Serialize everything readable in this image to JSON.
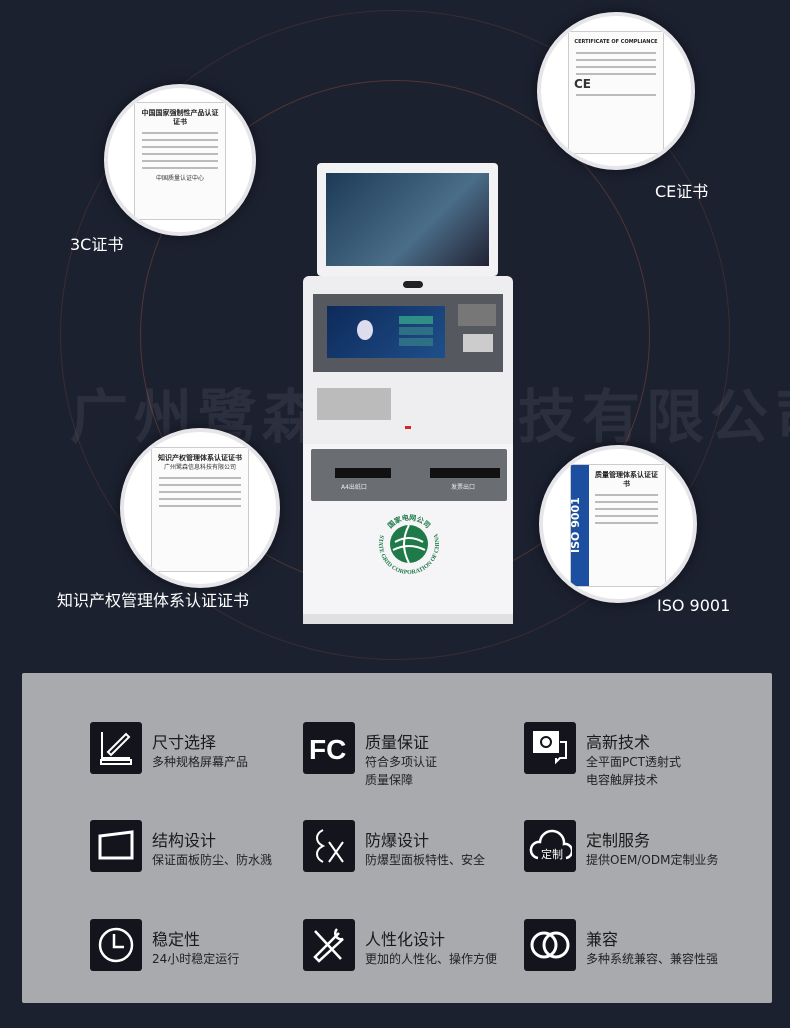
{
  "watermark": "广州鹭森信息科技有限公司",
  "certificates": {
    "c3c": {
      "label": "3C证书",
      "doc_title": "中国国家强制性产品认证证书",
      "issuer": "中国质量认证中心"
    },
    "ce": {
      "label": "CE证书",
      "doc_title": "CERTIFICATE OF COMPLIANCE",
      "mark": "CE"
    },
    "ip": {
      "label": "知识产权管理体系认证证书",
      "doc_title": "知识产权管理体系认证证书",
      "holder": "广州鹭森信息科技有限公司"
    },
    "iso": {
      "label": "ISO 9001",
      "doc_title": "质量管理体系认证证书",
      "side_text": "ISO 9001"
    }
  },
  "kiosk": {
    "slot_left": "A4出纸口",
    "slot_right": "发票出口",
    "logo_cn": "国家电网公司",
    "logo_en": "STATE GRID CORPORATION OF CHINA"
  },
  "features": [
    {
      "icon": "ruler-pen-icon",
      "title": "尺寸选择",
      "lines": [
        "多种规格屏幕产品"
      ]
    },
    {
      "icon": "fcc-icon",
      "title": "质量保证",
      "lines": [
        "符合多项认证",
        "质量保障"
      ]
    },
    {
      "icon": "gear-chat-icon",
      "title": "高新技术",
      "lines": [
        "全平面PCT透射式",
        "电容触屏技术"
      ]
    },
    {
      "icon": "monitor-icon",
      "title": "结构设计",
      "lines": [
        "保证面板防尘、防水溅"
      ]
    },
    {
      "icon": "ex-icon",
      "title": "防爆设计",
      "lines": [
        "防爆型面板特性、安全"
      ]
    },
    {
      "icon": "cloud-custom-icon",
      "title": "定制服务",
      "lines": [
        "提供OEM/ODM定制业务"
      ],
      "icon_text": "定制"
    },
    {
      "icon": "clock-icon",
      "title": "稳定性",
      "lines": [
        "24小时稳定运行"
      ]
    },
    {
      "icon": "tools-icon",
      "title": "人性化设计",
      "lines": [
        "更加的人性化、操作方便"
      ]
    },
    {
      "icon": "rings-icon",
      "title": "兼容",
      "lines": [
        "多种系统兼容、兼容性强"
      ]
    }
  ],
  "colors": {
    "background": "#1c2130",
    "panel": "#a9aaae",
    "icon_bg": "#13141c",
    "state_grid_green": "#1f7a4a"
  }
}
